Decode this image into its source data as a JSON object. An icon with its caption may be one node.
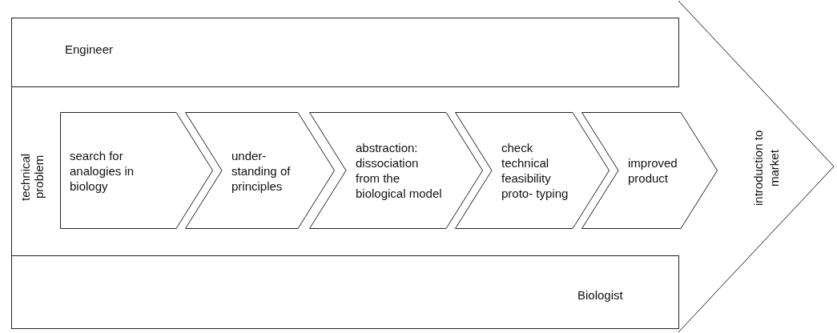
{
  "diagram": {
    "nodes": [
      {
        "text": [
          "introduction to market"
        ]
      },
      {
        "text": [
          "Engineer"
        ],
        "in": 0
      },
      {
        "text": [
          "technical problem"
        ],
        "in": 0
      },
      {
        "text": [
          "Biologist"
        ],
        "in": 0
      },
      {
        "text": [
          "search for analogies in biology"
        ],
        "in": 2
      },
      {
        "text": [
          "under- standing of principles"
        ],
        "in": 2
      },
      {
        "text": [
          "abstraction: dissociation from the biological model"
        ],
        "in": 2
      },
      {
        "text": [
          "check technical feasibility proto- typing"
        ],
        "in": 2
      },
      {
        "text": [
          "improved product"
        ],
        "in": 2
      }
    ]
  }
}
